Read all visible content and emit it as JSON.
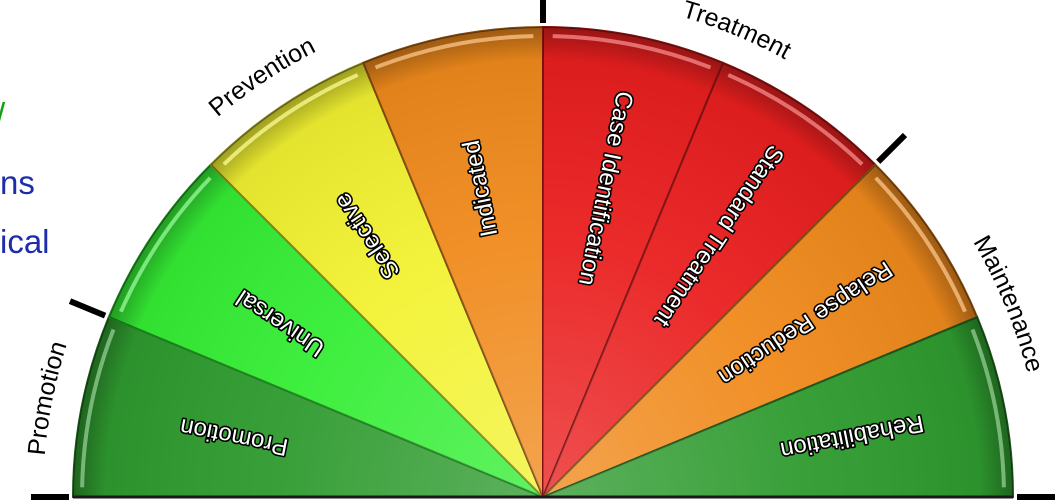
{
  "side_text": {
    "line_1": "/",
    "line_2": "ns",
    "line_3": "ical"
  },
  "phases": [
    {
      "label": "Promotion",
      "first_segment": 0,
      "last_segment": 0
    },
    {
      "label": "Prevention",
      "first_segment": 1,
      "last_segment": 3
    },
    {
      "label": "Treatment",
      "first_segment": 4,
      "last_segment": 5
    },
    {
      "label": "Maintenance",
      "first_segment": 6,
      "last_segment": 7
    }
  ],
  "segments": [
    {
      "label": "Promotion",
      "color": "#2f9b2f"
    },
    {
      "label": "Universal",
      "color": "#35ee35"
    },
    {
      "label": "Selective",
      "color": "#f2f232"
    },
    {
      "label": "Indicated",
      "color": "#f08a1c"
    },
    {
      "label": "Case Identification",
      "color": "#ea1f1f"
    },
    {
      "label": "Standard Treatment",
      "color": "#ea1f1f"
    },
    {
      "label": "Relapse Reduction",
      "color": "#f08a1c"
    },
    {
      "label": "Rehabilitation",
      "color": "#2f9b2f"
    }
  ]
}
